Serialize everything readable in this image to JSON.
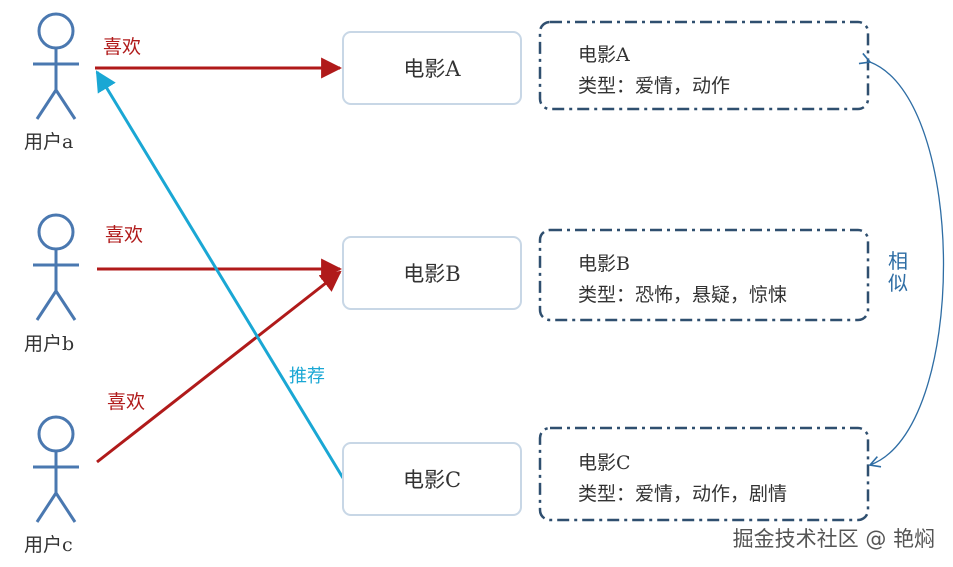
{
  "users": [
    {
      "label": "用户a"
    },
    {
      "label": "用户b"
    },
    {
      "label": "用户c"
    }
  ],
  "edges": {
    "like_a": "喜欢",
    "like_b": "喜欢",
    "like_c": "喜欢",
    "recommend": "推荐",
    "similar": "相\n似"
  },
  "movies": [
    {
      "name": "电影A",
      "info_title": "电影A",
      "info_genres": "类型：爱情，动作"
    },
    {
      "name": "电影B",
      "info_title": "电影B",
      "info_genres": "类型：恐怖，悬疑，惊悚"
    },
    {
      "name": "电影C",
      "info_title": "电影C",
      "info_genres": "类型：爱情，动作，剧情"
    }
  ],
  "watermark": "掘金技术社区 @ 艳焖",
  "colors": {
    "like": "#b01a1a",
    "recommend": "#1aa7d4",
    "similar": "#2e6da4",
    "stick_figure": "#4a78b0",
    "info_border": "#2f4f6f"
  }
}
